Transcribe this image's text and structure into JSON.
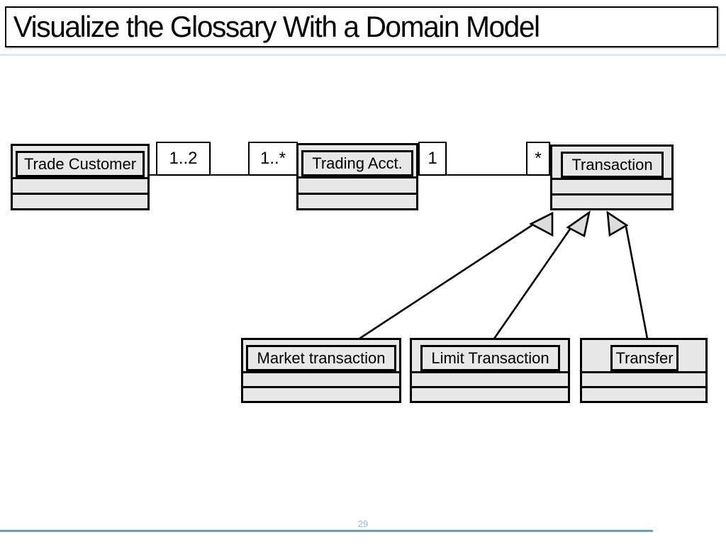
{
  "slide": {
    "title": "Visualize the Glossary With a Domain Model",
    "page_number": "29"
  },
  "diagram": {
    "type": "uml-class-diagram",
    "classes": [
      {
        "id": "trade-customer",
        "name": "Trade Customer"
      },
      {
        "id": "trading-acct",
        "name": "Trading Acct."
      },
      {
        "id": "transaction",
        "name": "Transaction"
      },
      {
        "id": "market-transaction",
        "name": "Market transaction"
      },
      {
        "id": "limit-transaction",
        "name": "Limit Transaction"
      },
      {
        "id": "transfer",
        "name": "Transfer"
      }
    ],
    "associations": [
      {
        "from": "Trade Customer",
        "to": "Trading Acct.",
        "from_multiplicity": "1..2",
        "to_multiplicity": "1..*"
      },
      {
        "from": "Trading Acct.",
        "to": "Transaction",
        "from_multiplicity": "1",
        "to_multiplicity": "*"
      }
    ],
    "generalizations": [
      {
        "parent": "Transaction",
        "child": "Market transaction"
      },
      {
        "parent": "Transaction",
        "child": "Limit Transaction"
      },
      {
        "parent": "Transaction",
        "child": "Transfer"
      }
    ],
    "multiplicities": [
      {
        "label": "1..2"
      },
      {
        "label": "1..*"
      },
      {
        "label": "1"
      },
      {
        "label": "*"
      }
    ]
  },
  "colors": {
    "class_fill": "#e8e8e8",
    "arrowhead_fill": "#dcdcdc",
    "outline": "#000000",
    "title_underline": "#d4ebf4",
    "footer_line": "#64a2b2",
    "page_number": "#8fc0d2",
    "background": "#ffffff"
  }
}
